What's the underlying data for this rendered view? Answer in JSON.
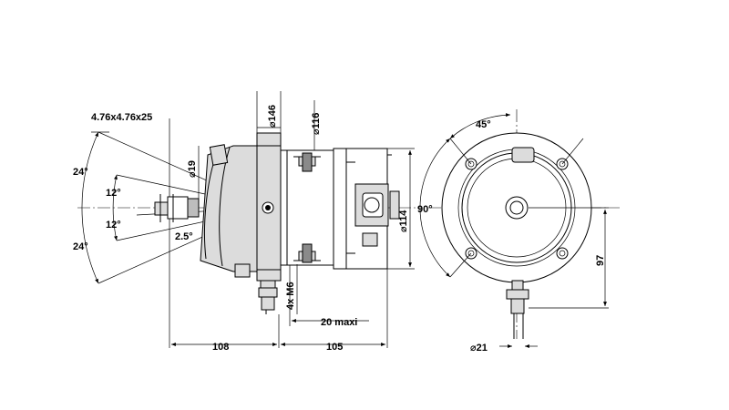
{
  "drawing": {
    "dimensions": {
      "key_size": "4.76x4.76x25",
      "angle_up_outer": "24°",
      "angle_up_inner": "12°",
      "angle_down_inner": "12°",
      "angle_down_outer": "24°",
      "angle_tilt": "2.5°",
      "dia_shaft": "19",
      "dia_flange": "146",
      "dia_body": "116",
      "dia_rear": "114",
      "bolts": "4x M6",
      "offset": "20 maxi",
      "length_front": "108",
      "length_rear": "105",
      "bolt_angle": "45°",
      "bolt_arc": "90°",
      "outlet_offset": "97",
      "outlet_dia": "21"
    },
    "symbols": {
      "diameter": "⌀"
    }
  }
}
